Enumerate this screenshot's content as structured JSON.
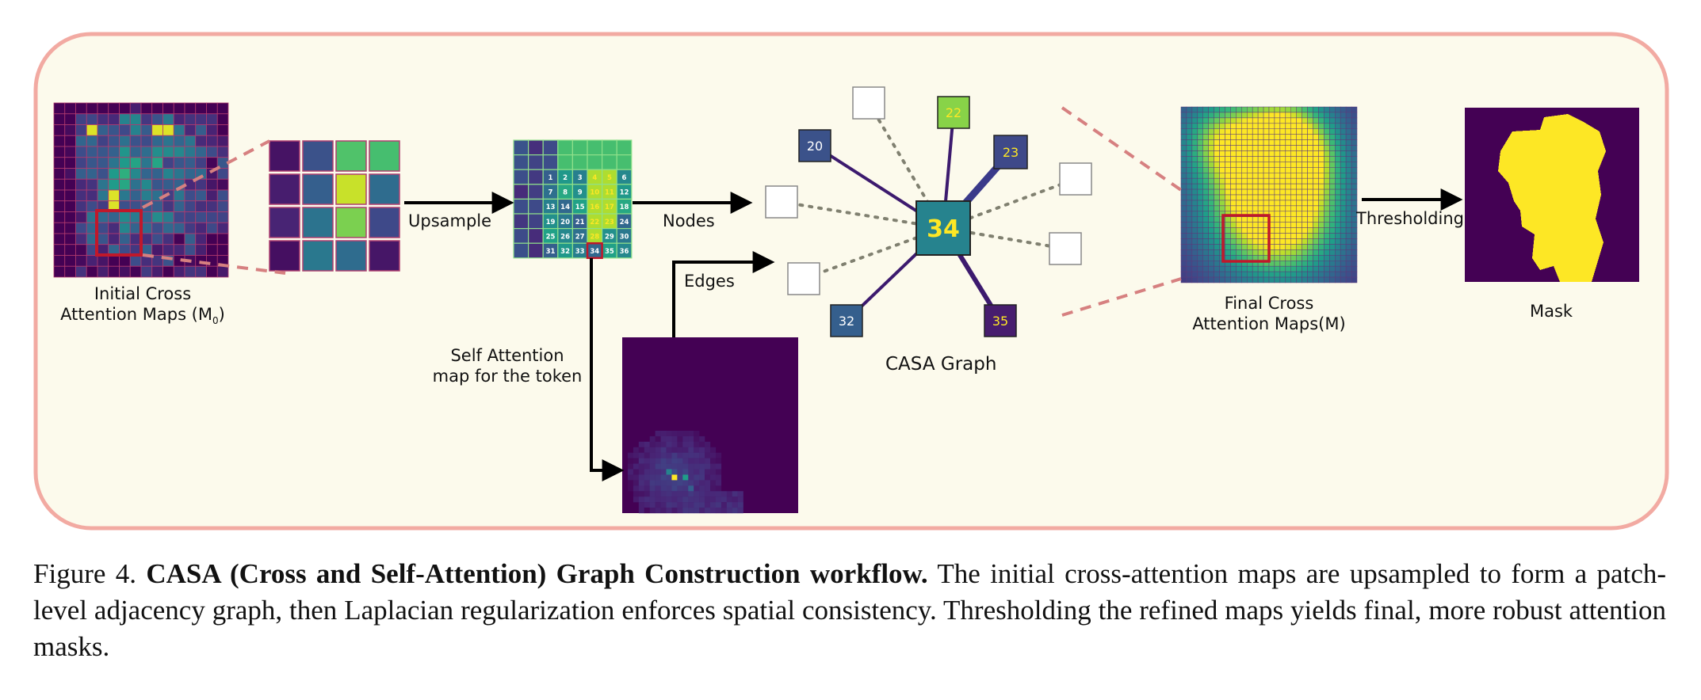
{
  "labels": {
    "initial_line1": "Initial Cross",
    "initial_line2": "Attention Maps (M",
    "initial_sub": "0",
    "initial_end": ")",
    "upsample": "Upsample",
    "nodes": "Nodes",
    "edges": "Edges",
    "self_attn_line1": "Self Attention",
    "self_attn_line2": "map for the token",
    "casa_graph": "CASA Graph",
    "final_line1": "Final Cross",
    "final_line2": "Attention Maps(M)",
    "thresholding": "Thresholding",
    "mask": "Mask"
  },
  "patch_numbers": [
    "1",
    "2",
    "3",
    "4",
    "5",
    "6",
    "7",
    "8",
    "9",
    "10",
    "11",
    "12",
    "13",
    "14",
    "15",
    "16",
    "17",
    "18",
    "19",
    "20",
    "21",
    "22",
    "23",
    "24",
    "25",
    "26",
    "27",
    "28",
    "29",
    "30",
    "31",
    "32",
    "33",
    "34",
    "35",
    "36"
  ],
  "graph": {
    "center": "34",
    "neighbors": [
      "20",
      "22",
      "23",
      "32",
      "35"
    ]
  },
  "caption": {
    "prefix": "Figure 4.",
    "title": "CASA (Cross and Self-Attention) Graph Construction workflow.",
    "body": "The initial cross-attention maps are upsampled to form a patch-level adjacency graph, then Laplacian regularization enforces spatial consistency. Thresholding the refined maps yields final, more robust attention masks."
  },
  "colors": {
    "panel_bg": "#fcfaec",
    "panel_border": "#f0a8a0",
    "viridis_dark": "#440154",
    "viridis_yellow": "#fde725",
    "highlight_red": "#c0182a"
  }
}
